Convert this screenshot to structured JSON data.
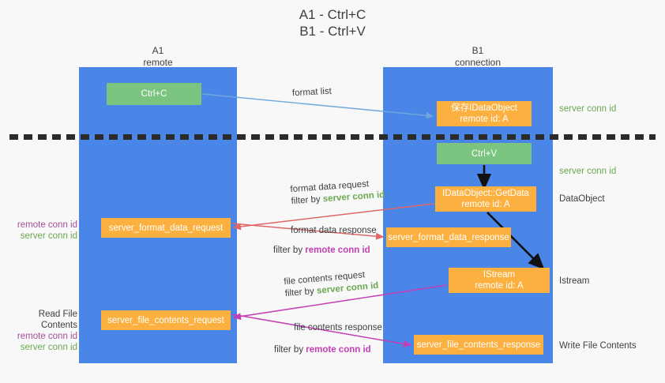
{
  "title": "A1 - Ctrl+C\nB1 - Ctrl+V",
  "columns": {
    "left": {
      "name": "A1",
      "role": "remote",
      "label": "A1\nremote"
    },
    "right": {
      "name": "B1",
      "role": "connection",
      "label": "B1\nconnection"
    }
  },
  "boxes": {
    "ctrl_c": {
      "label": "Ctrl+C",
      "color": "#7bc47f"
    },
    "idataobject_saved": {
      "line1": "保存IDataObject",
      "line2": "remote id: A",
      "color": "#fbb040"
    },
    "ctrl_v": {
      "label": "Ctrl+V",
      "color": "#7bc47f"
    },
    "getdata": {
      "line1": "IDataObject::GetData",
      "line2": "remote id: A",
      "color": "#fbb040"
    },
    "server_format_data_request": {
      "label": "server_format_data_request",
      "color": "#fbb040"
    },
    "server_format_data_response": {
      "label": "server_format_data_response",
      "color": "#fbb040"
    },
    "istream": {
      "line1": "IStream",
      "line2": "remote id: A",
      "color": "#fbb040"
    },
    "server_file_contents_request": {
      "label": "server_file_contents_request",
      "color": "#fbb040"
    },
    "server_file_contents_response": {
      "label": "server_file_contents_response",
      "color": "#fbb040"
    }
  },
  "right_labels": {
    "server_conn_id_top": "server conn id",
    "server_conn_id_mid": "server conn id",
    "dataobject": "DataObject",
    "istream": "Istream",
    "write_file_contents": "Write File Contents"
  },
  "left_labels": {
    "remote_conn_id_1": "remote conn id",
    "server_conn_id_1": "server conn id",
    "read_file_contents": "Read File Contents",
    "remote_conn_id_2": "remote conn id",
    "server_conn_id_2": "server conn id"
  },
  "annotations": {
    "format_list": "format list",
    "format_data_request": "format data request",
    "format_data_filter_prefix": "filter by ",
    "format_data_filter_value": "server conn id",
    "format_data_response": "format data response",
    "format_data_response_filter_prefix": "filter by ",
    "format_data_response_filter_value": "remote conn id",
    "file_contents_request": "file contents request",
    "file_contents_request_filter_prefix": "filter by ",
    "file_contents_request_filter_value": "server conn id",
    "file_contents_response": "file contents response",
    "file_contents_response_filter_prefix": "filter by ",
    "file_contents_response_filter_value": "remote conn id"
  },
  "colors": {
    "lane": "#4a86e8",
    "green_box": "#7bc47f",
    "orange_box": "#fbb040",
    "green_text": "#6aa84f",
    "purple_text": "#a64d9a",
    "magenta_text": "#c43fb5",
    "arrow_blue": "#6fa8dc",
    "arrow_red": "#e06666",
    "arrow_magenta": "#c43fb5",
    "arrow_black": "#000000",
    "divider": "#2b2b2b",
    "background": "#f8f8f8"
  }
}
